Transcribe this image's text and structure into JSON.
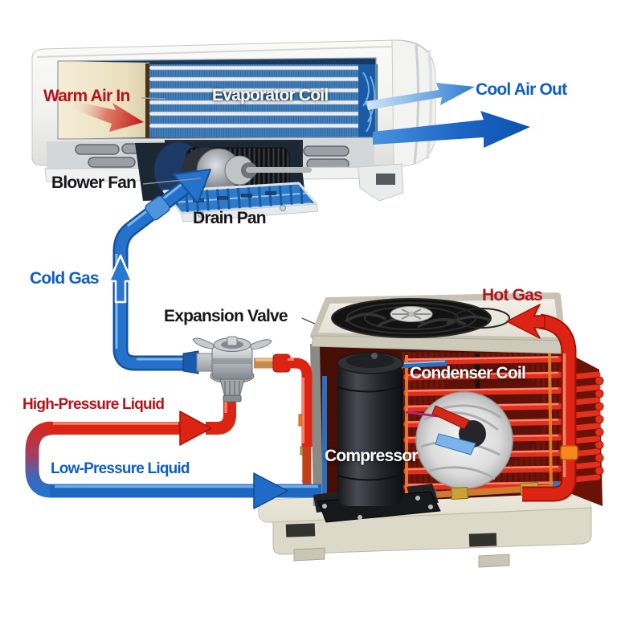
{
  "labels": {
    "warm_air_in": "Warm Air In",
    "evaporator_coil": "Evaporator Coil",
    "cool_air_out": "Cool Air Out",
    "blower_fan": "Blower Fan",
    "drain_pan": "Drain Pan",
    "cold_gas": "Cold Gas",
    "expansion_valve": "Expansion Valve",
    "hot_gas": "Hot Gas",
    "high_pressure_liquid": "High-Pressure Liquid",
    "condenser_coil": "Condenser Coil",
    "compressor": "Compressor",
    "low_pressure_liquid": "Low-Pressure Liquid"
  },
  "colors": {
    "background": "#ffffff",
    "hot_text": "#b5121a",
    "cold_text": "#0e5ec2",
    "dark_text": "#17171a",
    "light_text": "#ffffff",
    "hot_pipe": "#dc2414",
    "cold_pipe": "#2273cc",
    "copper_pipe": "#c9884c",
    "evaporator_blue": "#2e6cac",
    "condenser_red": "#70150a"
  }
}
